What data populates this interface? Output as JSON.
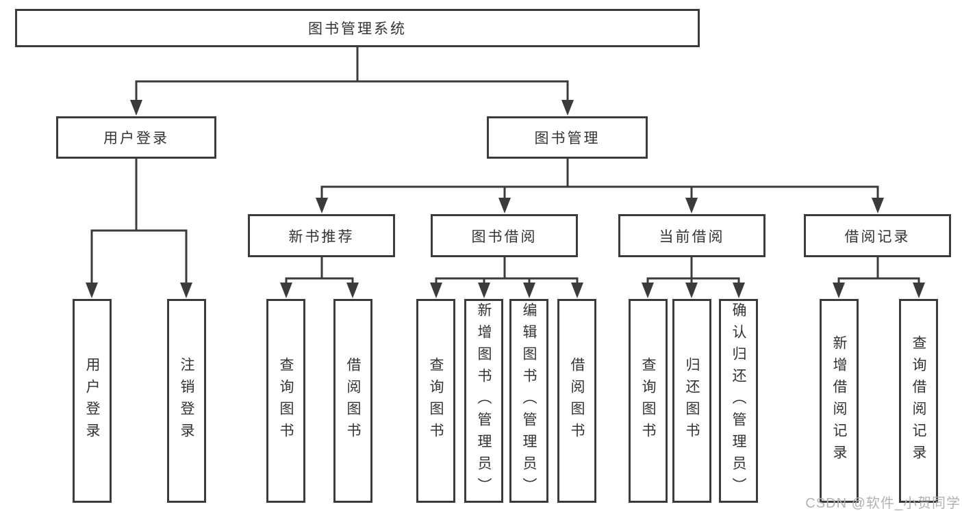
{
  "colors": {
    "line": "#3b3b3b",
    "box_border": "#3b3b3b",
    "text": "#333333",
    "watermark": "#b2b2b2",
    "background": "#ffffff"
  },
  "tree": {
    "root": {
      "label": "图书管理系统"
    },
    "branches": [
      {
        "label": "用户登录",
        "children": [
          {
            "label": "用户登录"
          },
          {
            "label": "注销登录"
          }
        ]
      },
      {
        "label": "图书管理",
        "children": [
          {
            "label": "新书推荐",
            "children": [
              {
                "label": "查询图书"
              },
              {
                "label": "借阅图书"
              }
            ]
          },
          {
            "label": "图书借阅",
            "children": [
              {
                "label": "查询图书"
              },
              {
                "label": "新增图书（管理员）"
              },
              {
                "label": "编辑图书（管理员）"
              },
              {
                "label": "借阅图书"
              }
            ]
          },
          {
            "label": "当前借阅",
            "children": [
              {
                "label": "查询图书"
              },
              {
                "label": "归还图书"
              },
              {
                "label": "确认归还（管理员）"
              }
            ]
          },
          {
            "label": "借阅记录",
            "children": [
              {
                "label": "新增借阅记录"
              },
              {
                "label": "查询借阅记录"
              }
            ]
          }
        ]
      }
    ]
  },
  "watermark": {
    "text": "CSDN @软件_小贺同学"
  }
}
